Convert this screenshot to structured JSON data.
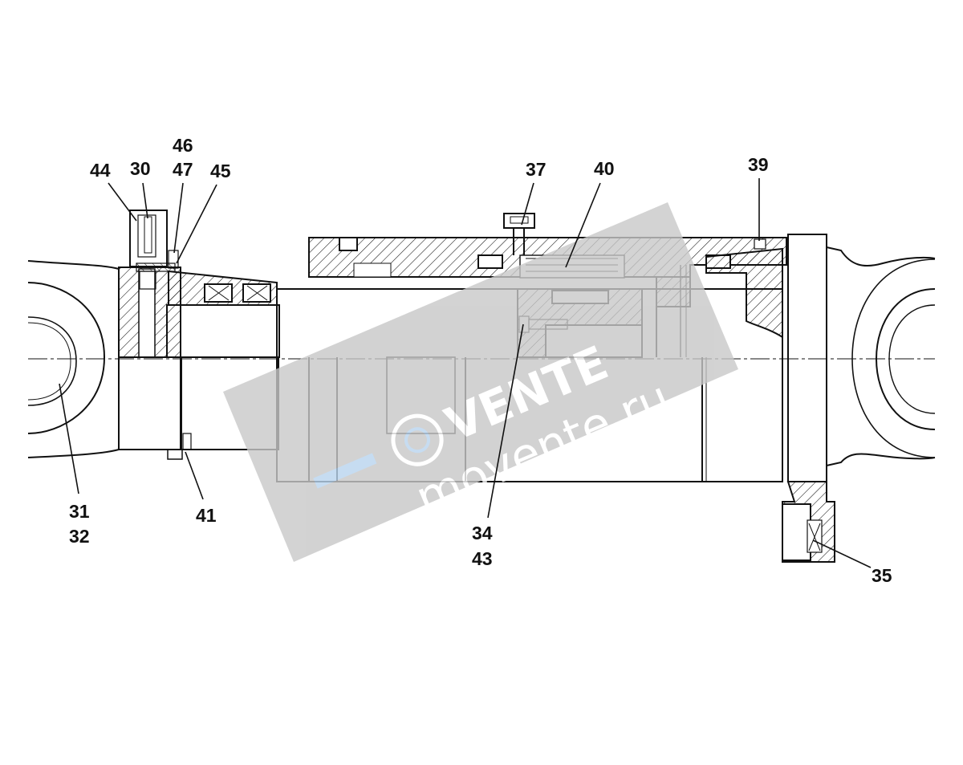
{
  "drawing": {
    "callouts": [
      "44",
      "30",
      "46",
      "47",
      "45",
      "37",
      "40",
      "39",
      "31",
      "32",
      "41",
      "34",
      "43",
      "35"
    ]
  },
  "watermark": {
    "brand": "VENTE",
    "domain": "movente.ru"
  },
  "colors": {
    "line": "#111111",
    "watermark_band": "#c8c8c8",
    "watermark_text": "#ffffff",
    "watermark_accent": "#b9d4ee"
  }
}
